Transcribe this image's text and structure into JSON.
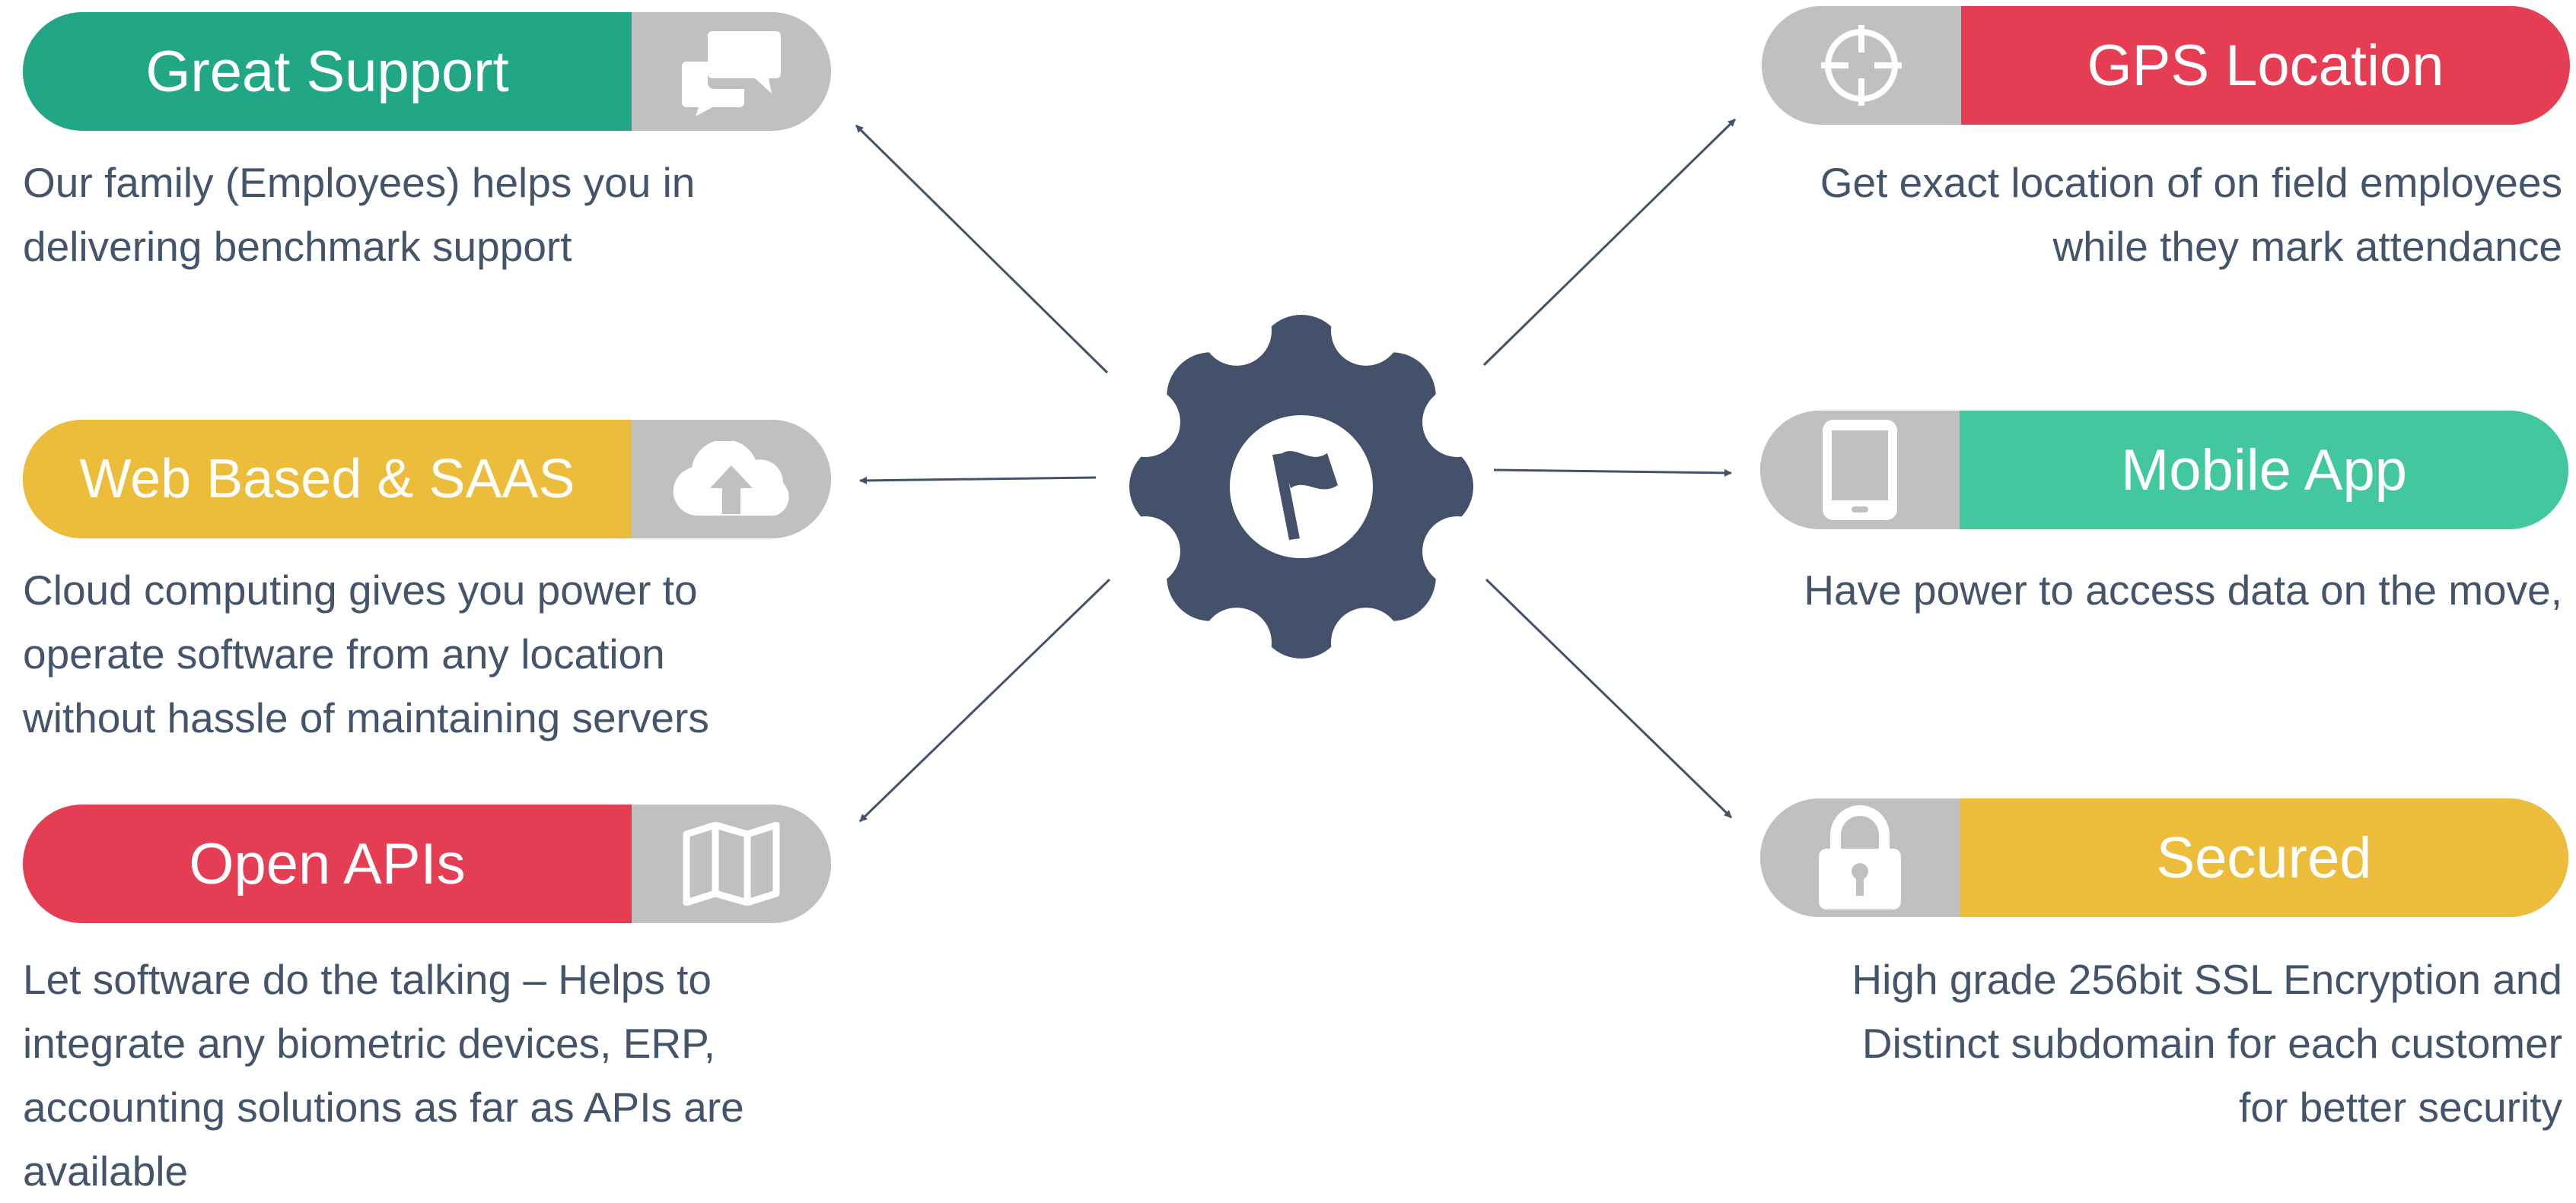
{
  "colors": {
    "green": "#21a786",
    "red": "#e43d54",
    "yellow": "#ecbd3b",
    "mint": "#43c79e",
    "gray": "#c0c0c0",
    "navy": "#43526a",
    "text": "#44546a"
  },
  "center": {
    "icon": "gear-flag-icon"
  },
  "features": {
    "great_support": {
      "title": "Great Support",
      "icon": "chat-bubbles-icon",
      "desc": [
        "Our family (Employees) helps you in",
        "delivering benchmark support"
      ]
    },
    "web_based": {
      "title": "Web Based & SAAS",
      "icon": "cloud-upload-icon",
      "desc": [
        "Cloud computing gives you power to",
        "operate software from any location",
        "without hassle of maintaining servers"
      ]
    },
    "open_apis": {
      "title": "Open APIs",
      "icon": "map-icon",
      "desc": [
        "Let software do the talking – Helps to",
        "integrate any biometric devices, ERP,",
        "accounting solutions  as far as APIs are",
        "available"
      ]
    },
    "gps_location": {
      "title": "GPS Location",
      "icon": "crosshair-icon",
      "desc": [
        "Get exact location of on field employees",
        "while they mark attendance"
      ]
    },
    "mobile_app": {
      "title": "Mobile App",
      "icon": "tablet-icon",
      "desc": [
        "Have power to access data on the move,"
      ]
    },
    "secured": {
      "title": "Secured",
      "icon": "lock-icon",
      "desc": [
        "High grade 256bit SSL Encryption and",
        "Distinct subdomain for each customer",
        "for better security"
      ]
    }
  }
}
